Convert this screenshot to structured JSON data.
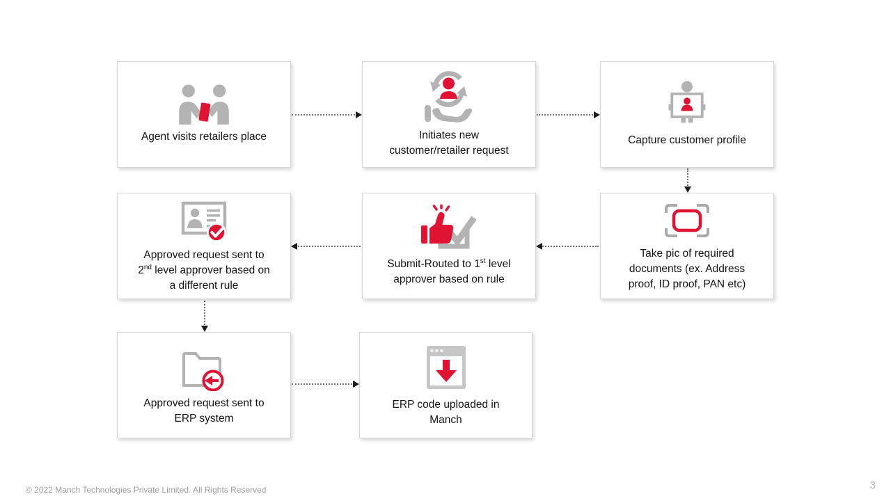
{
  "page": {
    "footer": "© 2022 Manch Technologies Private Limited. All Rights Reserved",
    "page_number": "3"
  },
  "colors": {
    "accent_red": "#e01333",
    "icon_gray": "#b3b3b3",
    "box_border": "#d5d5d5",
    "connector_dot": "#6e6e6e",
    "arrowhead": "#1c1c1c"
  },
  "flow": {
    "boxes": [
      {
        "id": "agent-visits",
        "icon": "handshake-document-icon",
        "label": "Agent visits retailers place"
      },
      {
        "id": "initiate-request",
        "icon": "hand-person-cycle-icon",
        "label": "Initiates new customer/retailer request"
      },
      {
        "id": "capture-profile",
        "icon": "person-holding-id-icon",
        "label": "Capture customer profile"
      },
      {
        "id": "take-pic",
        "icon": "camera-viewfinder-icon",
        "label": "Take pic of required documents (ex. Address proof, ID proof, PAN etc)"
      },
      {
        "id": "submit-routed",
        "icon": "thumbs-up-check-icon",
        "label_pre": "Submit-Routed to 1",
        "label_sup": "st",
        "label_post": " level approver based on rule"
      },
      {
        "id": "second-level-approver",
        "icon": "id-card-check-icon",
        "label_pre": "Approved request sent to 2",
        "label_sup": "nd",
        "label_post": " level approver based on a different rule"
      },
      {
        "id": "erp-system",
        "icon": "folder-import-icon",
        "label": "Approved request sent to ERP system"
      },
      {
        "id": "erp-code-upload",
        "icon": "browser-download-icon",
        "label": "ERP code uploaded in Manch"
      }
    ]
  }
}
